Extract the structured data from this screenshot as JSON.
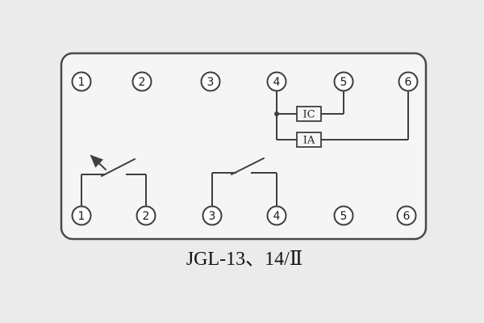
{
  "diagram": {
    "caption": "JGL-13、14/Ⅱ",
    "terminals_top": [
      "1",
      "2",
      "3",
      "4",
      "5",
      "6"
    ],
    "terminals_bottom": [
      "1",
      "2",
      "3",
      "4",
      "5",
      "6"
    ],
    "components": {
      "upper_box_label": "IC",
      "lower_box_label": "IA"
    }
  },
  "colors": {
    "background": "#ebebeb",
    "line": "#3f3f3f",
    "panel_fill": "#f5f5f5",
    "terminal_fill": "#ffffff"
  }
}
